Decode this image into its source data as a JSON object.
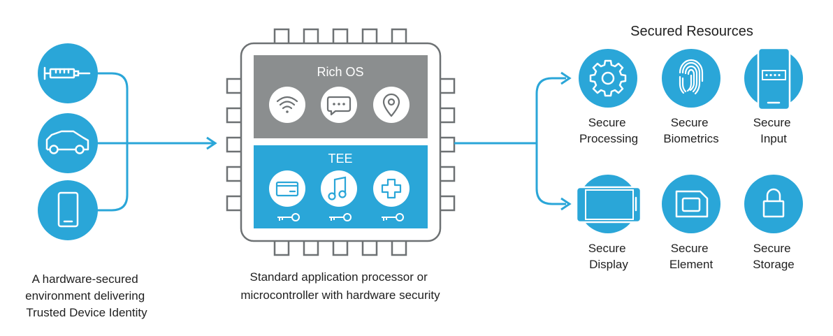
{
  "colors": {
    "accent": "#2aa6d8",
    "rich_os_panel": "#8b8e8f",
    "chip_outline": "#6d7173",
    "text": "#1f1f1f",
    "white": "#ffffff"
  },
  "left_devices": [
    {
      "icon": "syringe-icon"
    },
    {
      "icon": "car-icon"
    },
    {
      "icon": "smartphone-icon"
    }
  ],
  "left_caption": [
    "A hardware-secured",
    "environment delivering",
    "Trusted Device Identity"
  ],
  "chip": {
    "rich_os_label": "Rich OS",
    "rich_os_icons": [
      "wifi-icon",
      "chat-icon",
      "location-pin-icon"
    ],
    "tee_label": "TEE",
    "tee_icons": [
      "credit-card-icon",
      "music-note-icon",
      "medical-cross-icon"
    ],
    "key_icon": "key-icon",
    "caption": [
      "Standard application processor or",
      "microcontroller with hardware security"
    ]
  },
  "secured_resources": {
    "title": "Secured Resources",
    "items": [
      {
        "icon": "gear-icon",
        "label": [
          "Secure",
          "Processing"
        ]
      },
      {
        "icon": "fingerprint-icon",
        "label": [
          "Secure",
          "Biometrics"
        ]
      },
      {
        "icon": "pin-pad-phone-icon",
        "label": [
          "Secure",
          "Input"
        ]
      },
      {
        "icon": "display-icon",
        "label": [
          "Secure",
          "Display"
        ]
      },
      {
        "icon": "sim-card-icon",
        "label": [
          "Secure",
          "Element"
        ]
      },
      {
        "icon": "lock-icon",
        "label": [
          "Secure",
          "Storage"
        ]
      }
    ]
  }
}
